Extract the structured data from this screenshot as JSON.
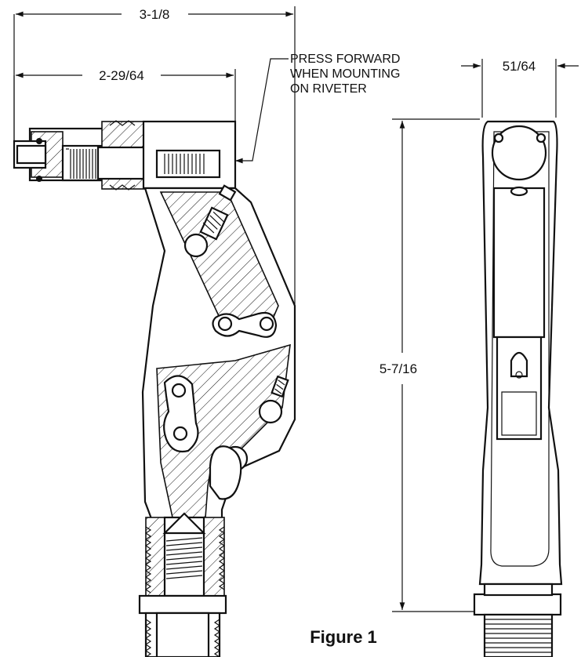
{
  "dimensions": {
    "overall_length": "3-1/8",
    "nose_length": "2-29/64",
    "width": "51/64",
    "height": "5-7/16"
  },
  "note": {
    "line1": "PRESS FORWARD",
    "line2": "WHEN MOUNTING",
    "line3": "ON RIVETER"
  },
  "caption": "Figure 1"
}
